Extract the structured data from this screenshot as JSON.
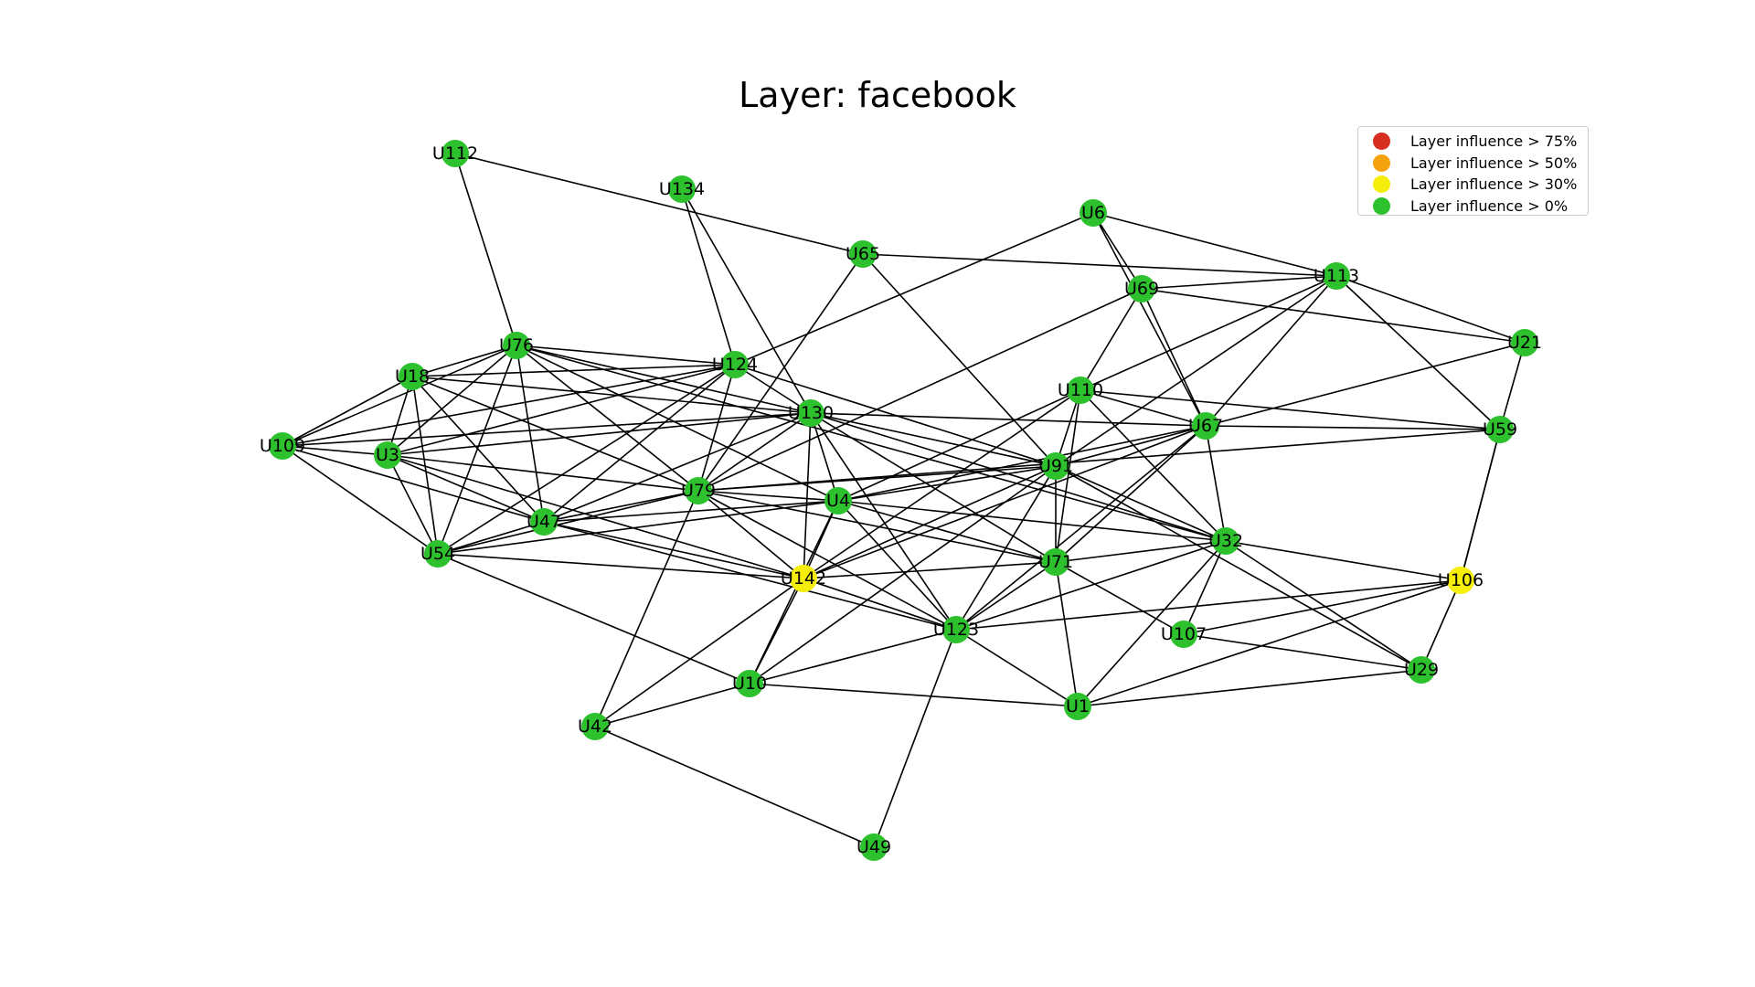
{
  "title": "Layer: facebook",
  "legend": [
    {
      "label": "Layer influence > 75%",
      "color": "#d62f1f"
    },
    {
      "label": "Layer influence > 50%",
      "color": "#f5a20f"
    },
    {
      "label": "Layer influence > 30%",
      "color": "#f5ee0b"
    },
    {
      "label": "Layer influence > 0%",
      "color": "#2ec12e"
    }
  ],
  "colors": {
    "green": "#2ec12e",
    "yellow": "#f5ee0b",
    "edge": "#000000"
  },
  "nodes": [
    {
      "id": "U112",
      "influence": "green"
    },
    {
      "id": "U134",
      "influence": "green"
    },
    {
      "id": "U6",
      "influence": "green"
    },
    {
      "id": "U65",
      "influence": "green"
    },
    {
      "id": "U113",
      "influence": "green"
    },
    {
      "id": "U69",
      "influence": "green"
    },
    {
      "id": "U21",
      "influence": "green"
    },
    {
      "id": "U76",
      "influence": "green"
    },
    {
      "id": "U18",
      "influence": "green"
    },
    {
      "id": "U124",
      "influence": "green"
    },
    {
      "id": "U110",
      "influence": "green"
    },
    {
      "id": "U130",
      "influence": "green"
    },
    {
      "id": "U67",
      "influence": "green"
    },
    {
      "id": "U59",
      "influence": "green"
    },
    {
      "id": "U109",
      "influence": "green"
    },
    {
      "id": "U3",
      "influence": "green"
    },
    {
      "id": "U91",
      "influence": "green"
    },
    {
      "id": "U79",
      "influence": "green"
    },
    {
      "id": "U4",
      "influence": "green"
    },
    {
      "id": "U47",
      "influence": "green"
    },
    {
      "id": "U32",
      "influence": "green"
    },
    {
      "id": "U54",
      "influence": "green"
    },
    {
      "id": "U71",
      "influence": "green"
    },
    {
      "id": "U142",
      "influence": "yellow"
    },
    {
      "id": "U106",
      "influence": "yellow"
    },
    {
      "id": "U123",
      "influence": "green"
    },
    {
      "id": "U107",
      "influence": "green"
    },
    {
      "id": "U29",
      "influence": "green"
    },
    {
      "id": "U10",
      "influence": "green"
    },
    {
      "id": "U1",
      "influence": "green"
    },
    {
      "id": "U42",
      "influence": "green"
    },
    {
      "id": "U49",
      "influence": "green"
    }
  ],
  "edges": [
    [
      "U112",
      "U65"
    ],
    [
      "U112",
      "U76"
    ],
    [
      "U134",
      "U124"
    ],
    [
      "U134",
      "U130"
    ],
    [
      "U6",
      "U69"
    ],
    [
      "U6",
      "U67"
    ],
    [
      "U6",
      "U113"
    ],
    [
      "U6",
      "U124"
    ],
    [
      "U65",
      "U113"
    ],
    [
      "U65",
      "U91"
    ],
    [
      "U65",
      "U79"
    ],
    [
      "U113",
      "U21"
    ],
    [
      "U113",
      "U59"
    ],
    [
      "U113",
      "U110"
    ],
    [
      "U113",
      "U91"
    ],
    [
      "U113",
      "U67"
    ],
    [
      "U113",
      "U69"
    ],
    [
      "U69",
      "U21"
    ],
    [
      "U69",
      "U110"
    ],
    [
      "U69",
      "U67"
    ],
    [
      "U69",
      "U79"
    ],
    [
      "U21",
      "U59"
    ],
    [
      "U21",
      "U67"
    ],
    [
      "U76",
      "U18"
    ],
    [
      "U76",
      "U109"
    ],
    [
      "U76",
      "U3"
    ],
    [
      "U76",
      "U54"
    ],
    [
      "U76",
      "U47"
    ],
    [
      "U76",
      "U79"
    ],
    [
      "U76",
      "U124"
    ],
    [
      "U76",
      "U130"
    ],
    [
      "U76",
      "U4"
    ],
    [
      "U76",
      "U32"
    ],
    [
      "U18",
      "U109"
    ],
    [
      "U18",
      "U3"
    ],
    [
      "U18",
      "U54"
    ],
    [
      "U18",
      "U47"
    ],
    [
      "U18",
      "U79"
    ],
    [
      "U18",
      "U124"
    ],
    [
      "U18",
      "U130"
    ],
    [
      "U124",
      "U109"
    ],
    [
      "U124",
      "U3"
    ],
    [
      "U124",
      "U47"
    ],
    [
      "U124",
      "U54"
    ],
    [
      "U124",
      "U79"
    ],
    [
      "U124",
      "U130"
    ],
    [
      "U124",
      "U91"
    ],
    [
      "U109",
      "U3"
    ],
    [
      "U109",
      "U54"
    ],
    [
      "U109",
      "U47"
    ],
    [
      "U109",
      "U130"
    ],
    [
      "U3",
      "U54"
    ],
    [
      "U3",
      "U47"
    ],
    [
      "U3",
      "U79"
    ],
    [
      "U3",
      "U130"
    ],
    [
      "U3",
      "U142"
    ],
    [
      "U130",
      "U67"
    ],
    [
      "U130",
      "U79"
    ],
    [
      "U130",
      "U47"
    ],
    [
      "U130",
      "U4"
    ],
    [
      "U130",
      "U142"
    ],
    [
      "U130",
      "U123"
    ],
    [
      "U130",
      "U71"
    ],
    [
      "U130",
      "U91"
    ],
    [
      "U130",
      "U32"
    ],
    [
      "U110",
      "U91"
    ],
    [
      "U110",
      "U59"
    ],
    [
      "U110",
      "U67"
    ],
    [
      "U110",
      "U4"
    ],
    [
      "U110",
      "U71"
    ],
    [
      "U110",
      "U32"
    ],
    [
      "U110",
      "U142"
    ],
    [
      "U67",
      "U59"
    ],
    [
      "U67",
      "U91"
    ],
    [
      "U67",
      "U142"
    ],
    [
      "U67",
      "U71"
    ],
    [
      "U67",
      "U32"
    ],
    [
      "U67",
      "U123"
    ],
    [
      "U67",
      "U4"
    ],
    [
      "U59",
      "U79"
    ],
    [
      "U59",
      "U106"
    ],
    [
      "U91",
      "U4"
    ],
    [
      "U91",
      "U142"
    ],
    [
      "U91",
      "U123"
    ],
    [
      "U91",
      "U71"
    ],
    [
      "U91",
      "U32"
    ],
    [
      "U91",
      "U29"
    ],
    [
      "U91",
      "U10"
    ],
    [
      "U91",
      "U79"
    ],
    [
      "U79",
      "U47"
    ],
    [
      "U79",
      "U54"
    ],
    [
      "U79",
      "U142"
    ],
    [
      "U79",
      "U4"
    ],
    [
      "U79",
      "U42"
    ],
    [
      "U79",
      "U123"
    ],
    [
      "U79",
      "U71"
    ],
    [
      "U4",
      "U47"
    ],
    [
      "U4",
      "U54"
    ],
    [
      "U4",
      "U142"
    ],
    [
      "U4",
      "U71"
    ],
    [
      "U4",
      "U123"
    ],
    [
      "U4",
      "U32"
    ],
    [
      "U4",
      "U10"
    ],
    [
      "U47",
      "U54"
    ],
    [
      "U47",
      "U123"
    ],
    [
      "U47",
      "U142"
    ],
    [
      "U54",
      "U142"
    ],
    [
      "U54",
      "U10"
    ],
    [
      "U32",
      "U71"
    ],
    [
      "U32",
      "U106"
    ],
    [
      "U32",
      "U29"
    ],
    [
      "U32",
      "U123"
    ],
    [
      "U32",
      "U1"
    ],
    [
      "U32",
      "U107"
    ],
    [
      "U71",
      "U107"
    ],
    [
      "U71",
      "U1"
    ],
    [
      "U71",
      "U123"
    ],
    [
      "U71",
      "U142"
    ],
    [
      "U142",
      "U42"
    ],
    [
      "U142",
      "U10"
    ],
    [
      "U142",
      "U123"
    ],
    [
      "U106",
      "U59"
    ],
    [
      "U106",
      "U123"
    ],
    [
      "U106",
      "U107"
    ],
    [
      "U106",
      "U1"
    ],
    [
      "U106",
      "U29"
    ],
    [
      "U107",
      "U29"
    ],
    [
      "U123",
      "U10"
    ],
    [
      "U123",
      "U1"
    ],
    [
      "U123",
      "U49"
    ],
    [
      "U10",
      "U42"
    ],
    [
      "U10",
      "U1"
    ],
    [
      "U1",
      "U29"
    ],
    [
      "U42",
      "U49"
    ]
  ]
}
